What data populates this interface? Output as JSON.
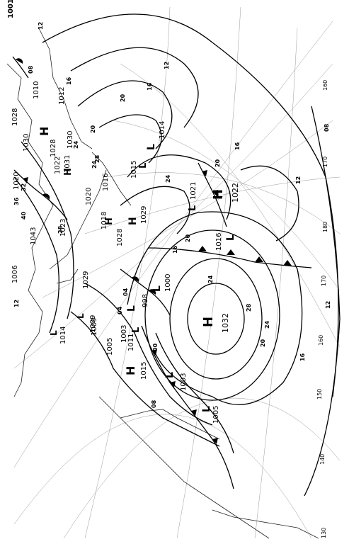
{
  "corner_label": "1001",
  "longitudes": [
    "160",
    "170",
    "180",
    "170",
    "160",
    "150",
    "140",
    "130"
  ],
  "highs": [
    {
      "symbol": "H",
      "pressure": "1032"
    },
    {
      "symbol": "H",
      "pressure": "1022"
    },
    {
      "symbol": "H",
      "pressure": "1015"
    },
    {
      "symbol": "H",
      "pressure": "1029"
    },
    {
      "symbol": "H",
      "pressure": "1028"
    },
    {
      "symbol": "H",
      "pressure": "1031"
    },
    {
      "symbol": "H",
      "pressure": "1030"
    }
  ],
  "lows": [
    {
      "symbol": "L",
      "pressure": "998"
    },
    {
      "symbol": "L",
      "pressure": "1000"
    },
    {
      "symbol": "L",
      "pressure": "1003"
    },
    {
      "symbol": "L",
      "pressure": "1005"
    },
    {
      "symbol": "L",
      "pressure": "1016"
    },
    {
      "symbol": "L",
      "pressure": "1014"
    },
    {
      "symbol": "L",
      "pressure": "1015"
    },
    {
      "symbol": "L",
      "pressure": "1021"
    },
    {
      "symbol": "L",
      "pressure": "1014"
    },
    {
      "symbol": "L",
      "pressure": "1009"
    },
    {
      "symbol": "L",
      "pressure": "1011"
    }
  ],
  "center_values": [
    "1043",
    "1023",
    "1020",
    "1018",
    "1016",
    "1029",
    "1028",
    "1012",
    "1010",
    "1028",
    "1030",
    "1022",
    "1020",
    "1003",
    "1005",
    "1009",
    "1006"
  ],
  "isobar_labels": [
    "12",
    "16",
    "20",
    "24",
    "28",
    "32",
    "36",
    "40",
    "08",
    "04",
    "12",
    "16",
    "20",
    "24",
    "28",
    "08",
    "12",
    "16",
    "20",
    "24",
    "28",
    "16",
    "20",
    "24",
    "12",
    "16",
    "20",
    "24",
    "04",
    "00",
    "08",
    "12"
  ]
}
